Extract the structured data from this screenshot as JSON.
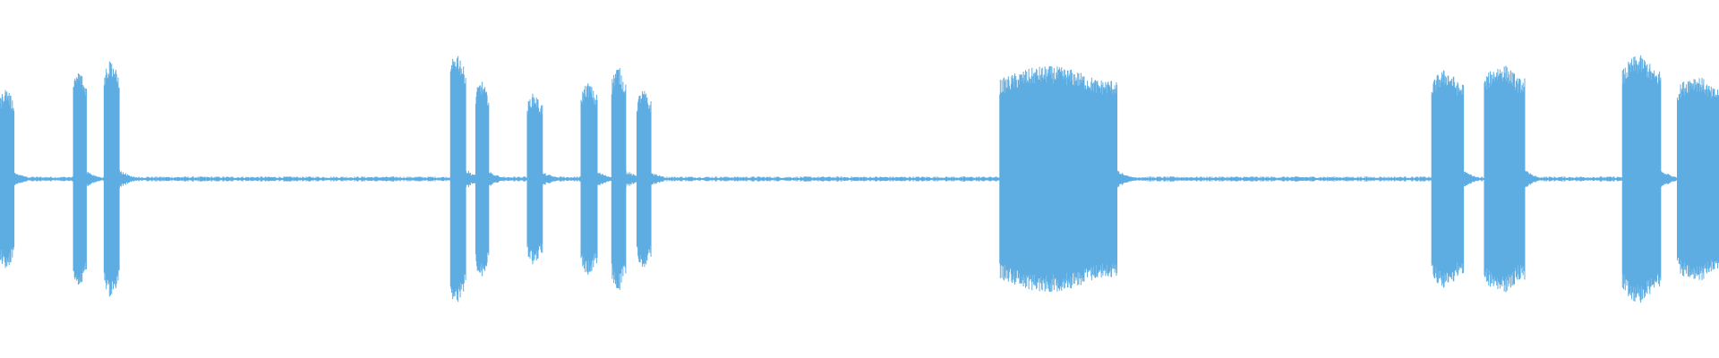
{
  "waveform": {
    "color": "#5dade2",
    "duration_units": 1568,
    "amplitude_scale": 1.0,
    "baseline_noise": 0.012,
    "segments": [
      {
        "start": 0,
        "end": 13,
        "amp": 0.5
      },
      {
        "start": 67,
        "end": 79,
        "amp": 0.6
      },
      {
        "start": 95,
        "end": 109,
        "amp": 0.66
      },
      {
        "start": 411,
        "end": 425,
        "amp": 0.7
      },
      {
        "start": 434,
        "end": 446,
        "amp": 0.54
      },
      {
        "start": 481,
        "end": 495,
        "amp": 0.47
      },
      {
        "start": 530,
        "end": 545,
        "amp": 0.53
      },
      {
        "start": 558,
        "end": 571,
        "amp": 0.62
      },
      {
        "start": 581,
        "end": 594,
        "amp": 0.49
      },
      {
        "start": 912,
        "end": 1019,
        "amp": 0.62
      },
      {
        "start": 1306,
        "end": 1335,
        "amp": 0.6
      },
      {
        "start": 1354,
        "end": 1391,
        "amp": 0.63
      },
      {
        "start": 1480,
        "end": 1515,
        "amp": 0.68
      },
      {
        "start": 1530,
        "end": 1568,
        "amp": 0.57
      }
    ]
  }
}
